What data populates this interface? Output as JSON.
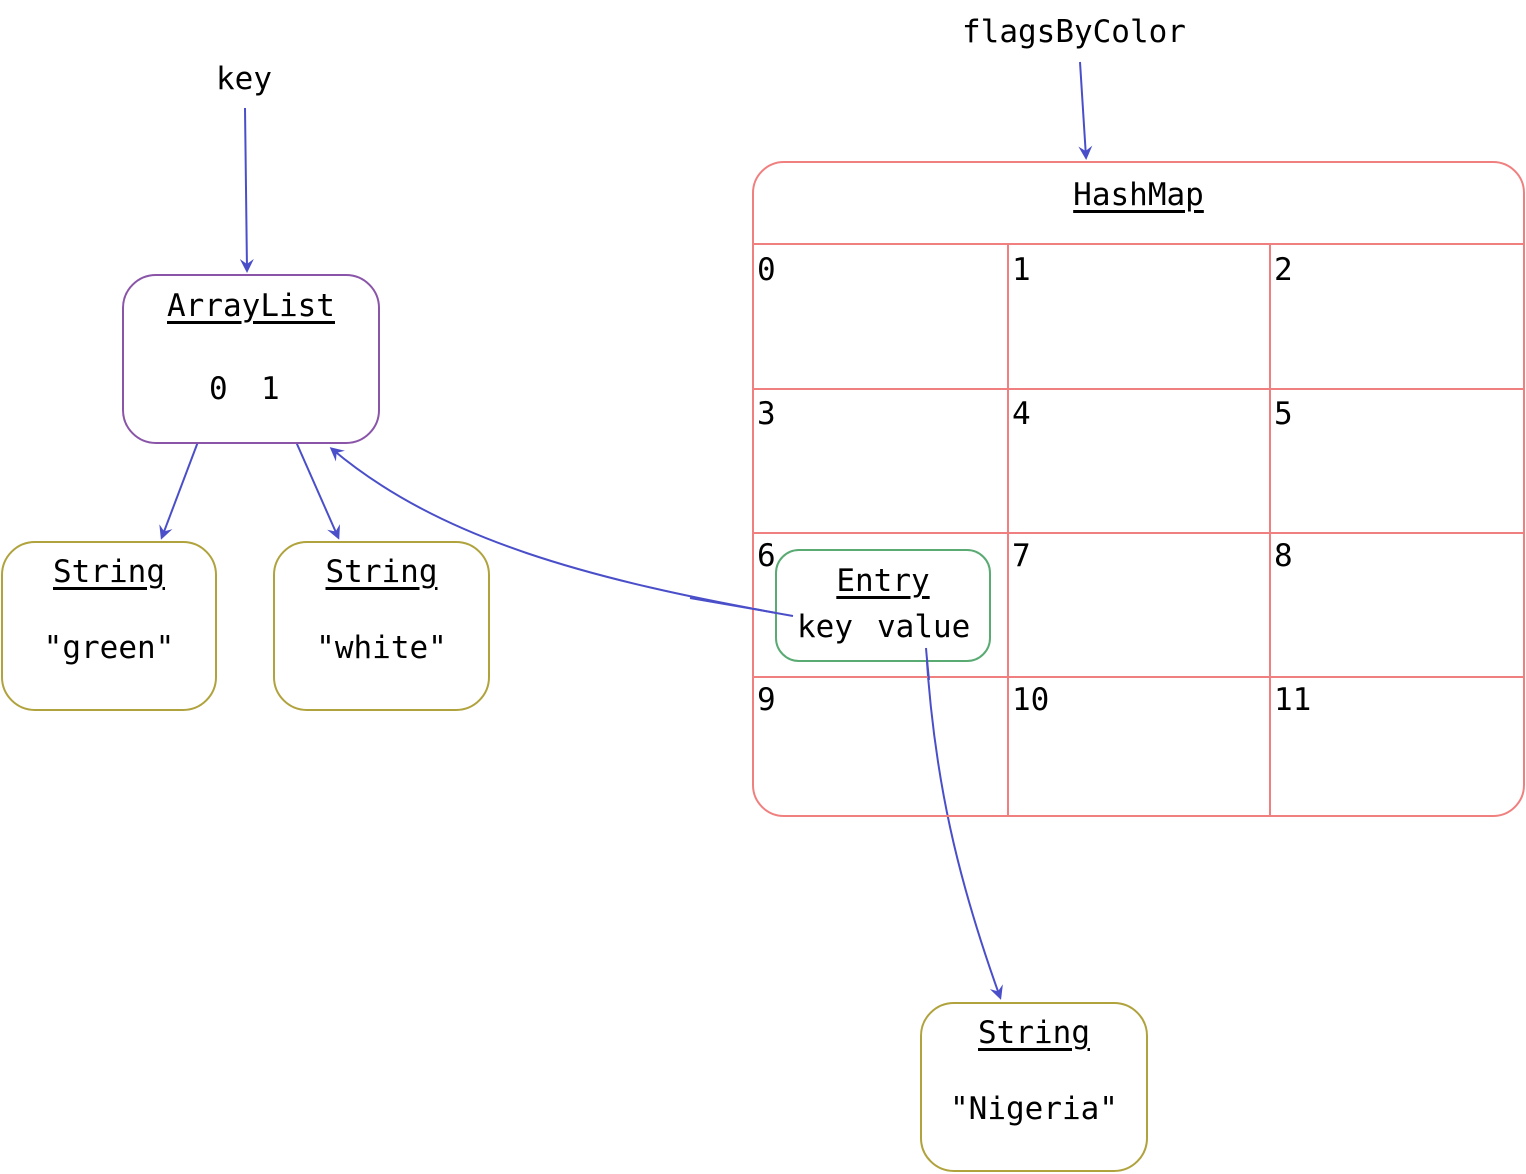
{
  "variables": {
    "key": "key",
    "flags_by_color": "flagsByColor"
  },
  "colors": {
    "arrow": "#4a4fc9",
    "arraylist_border": "#8a55a8",
    "string_border": "#b0a23c",
    "hashmap_border": "#f08080",
    "entry_border": "#5aaa73"
  },
  "arraylist": {
    "title": "ArrayList",
    "indices": [
      "0",
      "1"
    ]
  },
  "strings": [
    {
      "title": "String",
      "value": "\"green\""
    },
    {
      "title": "String",
      "value": "\"white\""
    },
    {
      "title": "String",
      "value": "\"Nigeria\""
    }
  ],
  "hashmap": {
    "title": "HashMap",
    "buckets": [
      "0",
      "1",
      "2",
      "3",
      "4",
      "5",
      "6",
      "7",
      "8",
      "9",
      "10",
      "11"
    ]
  },
  "entry": {
    "title": "Entry",
    "key_label": "key",
    "value_label": "value"
  },
  "icons": [
    "arrow-icon"
  ]
}
